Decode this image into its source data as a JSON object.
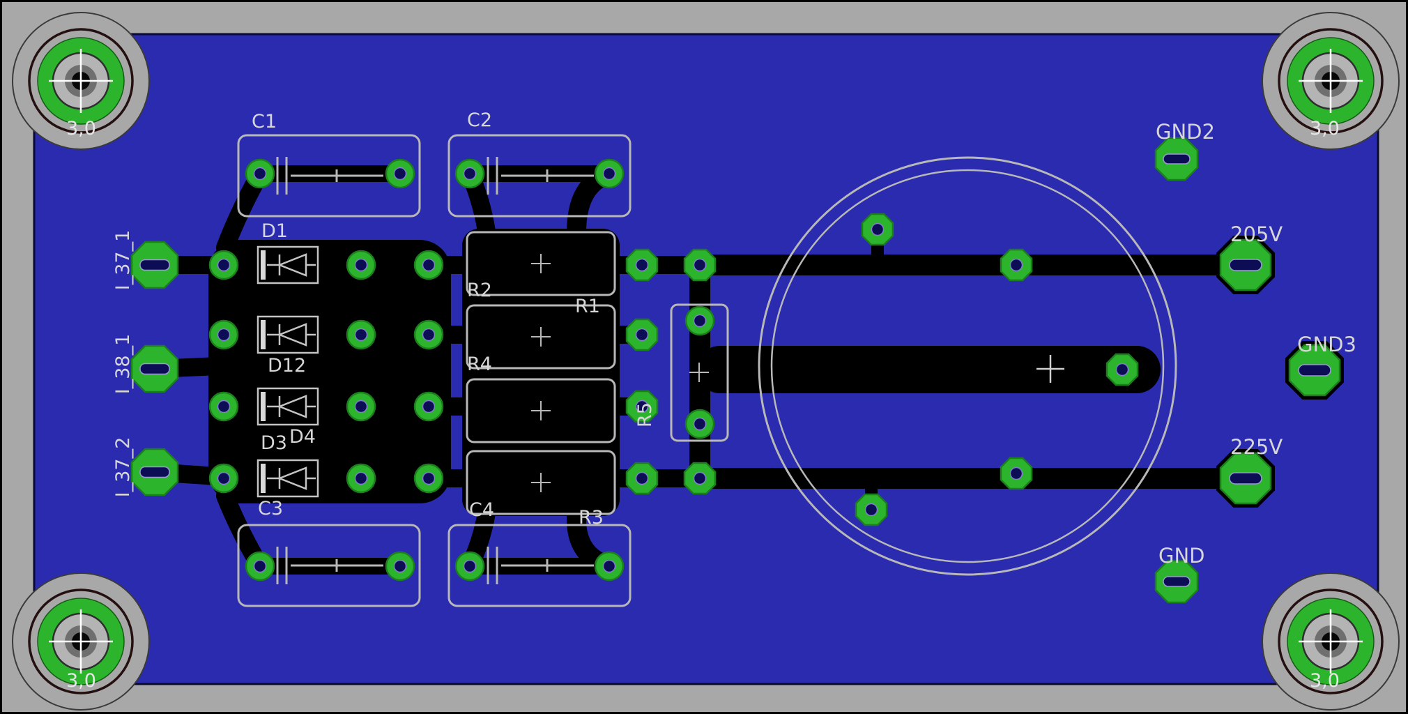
{
  "colors": {
    "frame": "#a8a8a8",
    "board": "#2b2bb0",
    "copper_trace": "#000000",
    "pad_green": "#2db42d",
    "silkscreen": "#b8b8b8",
    "drill": "#0d0d55"
  },
  "refs": {
    "C1": "C1",
    "C2": "C2",
    "C3": "C3",
    "C4": "C4",
    "D1": "D1",
    "D12": "D12",
    "D4": "D4",
    "D3": "D3",
    "R1": "R1",
    "R2": "R2",
    "R3": "R3",
    "R4": "R4",
    "R5": "R5",
    "I_37_1": "I_37_1",
    "I_38_1": "I_38_1",
    "I_37_2": "I_37_2"
  },
  "nets": {
    "GND": "GND",
    "GND2": "GND2",
    "GND3": "GND3",
    "V205": "205V",
    "V225": "225V"
  },
  "mounting_holes": {
    "labels": [
      "3,0",
      "3,0",
      "3,0",
      "3,0"
    ]
  }
}
